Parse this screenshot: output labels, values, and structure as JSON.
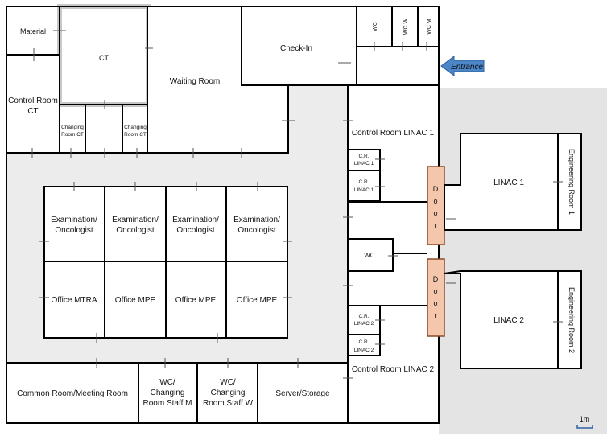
{
  "rooms": {
    "material": "Material",
    "ct": "CT",
    "control_room_ct": [
      "Control Room",
      "CT"
    ],
    "changing_room_ct": [
      "Changing",
      "Room CT"
    ],
    "waiting_room": "Waiting Room",
    "check_in": "Check-In",
    "wc_top": "WC",
    "wc_w": "WC W",
    "wc_m": "WC M",
    "entrance": "Entrance",
    "control_room_linac_1": "Control Room LINAC 1",
    "control_room_linac_2": "Control Room LINAC 2",
    "cr_linac_1": [
      "C.R.",
      "LINAC 1"
    ],
    "cr_linac_2": [
      "C.R.",
      "LINAC 2"
    ],
    "wc_center": "WC.",
    "door_letters": [
      "D",
      "o",
      "o",
      "r"
    ],
    "linac_1": "LINAC 1",
    "linac_2": "LINAC 2",
    "engineering_room_1": "Engineering Room 1",
    "engineering_room_2": "Engineering Room 2",
    "examination": [
      "Examination/",
      "Oncologist"
    ],
    "office_mtra": "Office MTRA",
    "office_mpe": "Office MPE",
    "common_room": "Common Room/Meeting Room",
    "wc_changing_m": [
      "WC/",
      "Changing",
      "Room Staff M"
    ],
    "wc_changing_w": [
      "WC/",
      "Changing",
      "Room Staff W"
    ],
    "server_storage": "Server/Storage"
  },
  "scale": "1m",
  "colors": {
    "corridor": "#ececec",
    "linac_area": "#e4e4e4",
    "door_fill": "#f4c7ac",
    "door_stroke": "#8a4a2a",
    "entrance_fill": "#4a86c8",
    "scale_color": "#2e5fa8"
  }
}
